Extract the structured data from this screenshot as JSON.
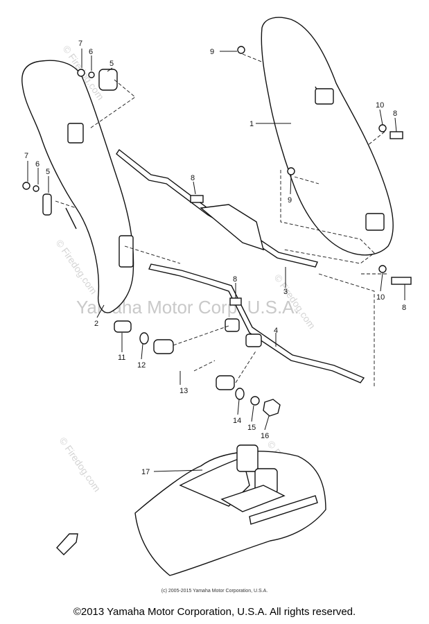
{
  "watermark": {
    "center_text": "Yamaha Motor Corp, U.S.A.",
    "diagonal_text": "© Firedog.com"
  },
  "callouts": {
    "c1": "1",
    "c2": "2",
    "c3": "3",
    "c4": "4",
    "c5a": "5",
    "c5b": "5",
    "c6a": "6",
    "c6b": "6",
    "c7a": "7",
    "c7b": "7",
    "c8a": "8",
    "c8b": "8",
    "c8c": "8",
    "c8d": "8",
    "c9a": "9",
    "c9b": "9",
    "c10a": "10",
    "c10b": "10",
    "c11": "11",
    "c12": "12",
    "c13": "13",
    "c14": "14",
    "c15": "15",
    "c16": "16",
    "c17": "17"
  },
  "small_copyright": "(c) 2005-2015 Yamaha Motor Corporation, U.S.A.",
  "footer": "©2013 Yamaha Motor Corporation, U.S.A. All rights reserved."
}
